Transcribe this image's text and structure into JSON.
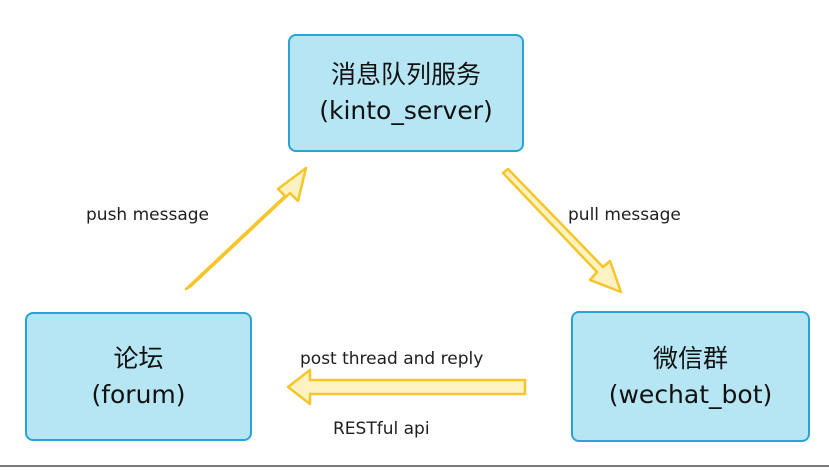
{
  "nodes": {
    "server": {
      "line1": "消息队列服务",
      "line2": "(kinto_server)"
    },
    "forum": {
      "line1": "论坛",
      "line2": "(forum)"
    },
    "wechat": {
      "line1": "微信群",
      "line2": "(wechat_bot)"
    }
  },
  "edges": {
    "push_label": "push message",
    "pull_label": "pull message",
    "post_label": "post thread and reply",
    "rest_label": "RESTful api"
  },
  "colors": {
    "node_fill": "#b6e6f4",
    "node_border": "#29a3d6",
    "arrow_fill": "#fff2c2",
    "arrow_stroke": "#f5c52a"
  }
}
